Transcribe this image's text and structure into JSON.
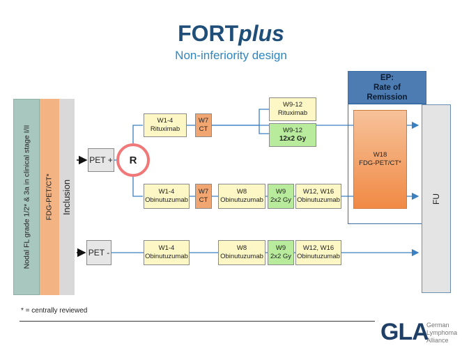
{
  "header": {
    "title_main": "FORT",
    "title_italic": "plus",
    "subtitle": "Non-inferiority design"
  },
  "left": {
    "bar1": "Nodal FL grade 1/2* & 3a in clinical stage I/II",
    "bar2": "FDG-PET/CT*",
    "bar3": "Inclusion"
  },
  "pet_plus": "PET +",
  "pet_minus": "PET -",
  "randomize": "R",
  "arm1": {
    "b1": {
      "l1": "W1-4",
      "l2": "Rituximab"
    },
    "b2": {
      "l1": "W7",
      "l2": "CT"
    },
    "b3": {
      "l1": "W9-12",
      "l2": "Rituximab"
    },
    "b4": {
      "l1": "W9-12",
      "l2": "12x2 Gy"
    }
  },
  "arm2": {
    "b1": {
      "l1": "W1-4",
      "l2": "Obinutuzumab"
    },
    "b2": {
      "l1": "W7",
      "l2": "CT"
    },
    "b3": {
      "l1": "W8",
      "l2": "Obinutuzumab"
    },
    "b4": {
      "l1": "W9",
      "l2": "2x2 Gy"
    },
    "b5": {
      "l1": "W12, W16",
      "l2": "Obinutuzumab"
    }
  },
  "arm3": {
    "b1": {
      "l1": "W1-4",
      "l2": "Obinutuzumab"
    },
    "b3": {
      "l1": "W8",
      "l2": "Obinutuzumab"
    },
    "b4": {
      "l1": "W9",
      "l2": "2x2 Gy"
    },
    "b5": {
      "l1": "W12, W16",
      "l2": "Obinutuzumab"
    }
  },
  "ep": {
    "l1": "EP:",
    "l2": "Rate of",
    "l3": "Remission"
  },
  "w18": {
    "l1": "W18",
    "l2": "FDG-PET/CT*"
  },
  "fu": "FU",
  "footnote": "* = centrally reviewed",
  "logo": {
    "mark": "GLA",
    "l1": "German",
    "l2": "Lymphoma",
    "l3": "Alliance"
  },
  "colors": {
    "title": "#1f4e79",
    "subtitle": "#2e86c1",
    "line": "#3a7fc1",
    "ep_box": "#3b6ea5"
  }
}
